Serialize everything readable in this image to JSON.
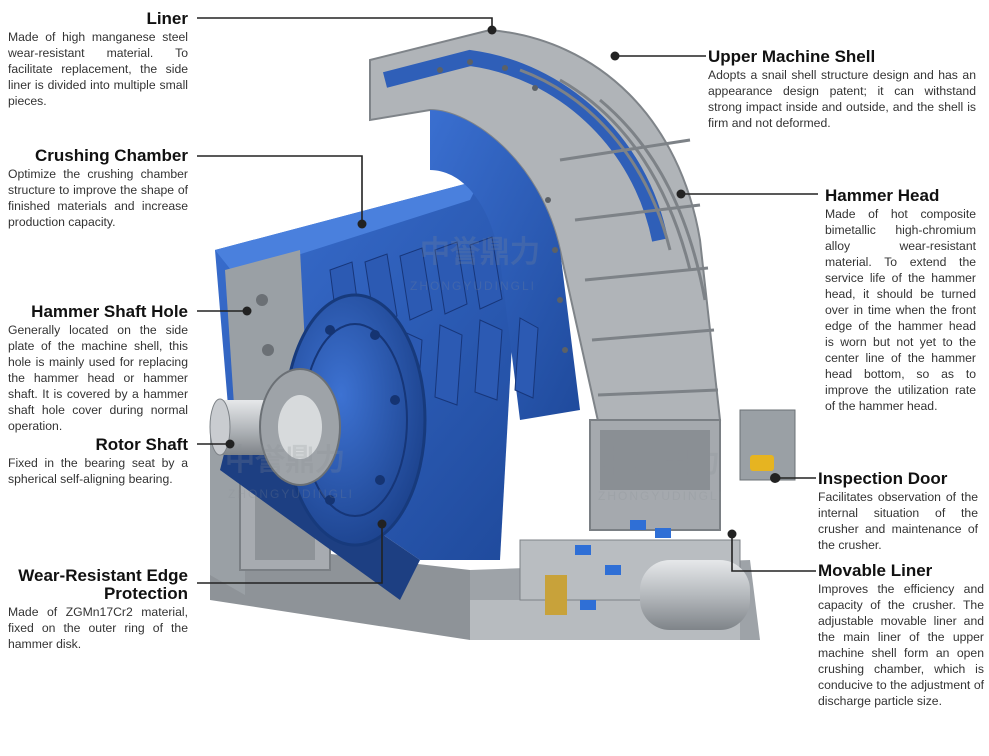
{
  "callouts": {
    "liner": {
      "title": "Liner",
      "body": "Made of high manganese steel wear-resistant material. To facilitate replacement, the side liner is divided into multiple small pieces."
    },
    "crushing_chamber": {
      "title": "Crushing Chamber",
      "body": "Optimize the crushing chamber structure to improve the shape of finished materials and increase production capacity."
    },
    "hammer_shaft_hole": {
      "title": "Hammer Shaft Hole",
      "body": "Generally located on the side plate of the machine shell, this hole is mainly used for replacing the hammer head or hammer shaft. It is covered by a hammer shaft hole cover during normal operation."
    },
    "rotor_shaft": {
      "title": "Rotor Shaft",
      "body": "Fixed in the bearing seat by a spherical self-aligning bearing."
    },
    "wear_resistant_edge": {
      "title_line1": "Wear-Resistant Edge",
      "title_line2": "Protection",
      "body": "Made of ZGMn17Cr2 material, fixed on the outer ring of the hammer disk."
    },
    "upper_machine_shell": {
      "title": "Upper Machine Shell",
      "body": "Adopts a snail shell structure design and has an appearance design patent; it can withstand strong impact inside and outside, and the shell is firm and not deformed."
    },
    "hammer_head": {
      "title": "Hammer Head",
      "body": "Made of hot composite bimetallic high-chromium alloy wear-resistant material. To extend the service life of the hammer head, it should be turned over in time when the front edge of the hammer head is worn but not yet to the center line of the hammer head bottom, so as to improve the utilization rate of the hammer head."
    },
    "inspection_door": {
      "title": "Inspection Door",
      "body": "Facilitates observation of the internal situation of the crusher and maintenance of the crusher."
    },
    "movable_liner": {
      "title": "Movable Liner",
      "body": "Improves the efficiency and capacity of the crusher. The adjustable movable liner and the main liner of the upper machine shell form an open crushing chamber, which is conducive to the adjustment of discharge particle size."
    }
  },
  "watermark": {
    "brand_cn": "中誉鼎力",
    "brand_en": "ZHONGYUDINGLI"
  },
  "colors": {
    "blue": "#2f5fb8",
    "blue_dark": "#1f4490",
    "steel": "#a9adb1",
    "steel_dark": "#6e7378"
  }
}
